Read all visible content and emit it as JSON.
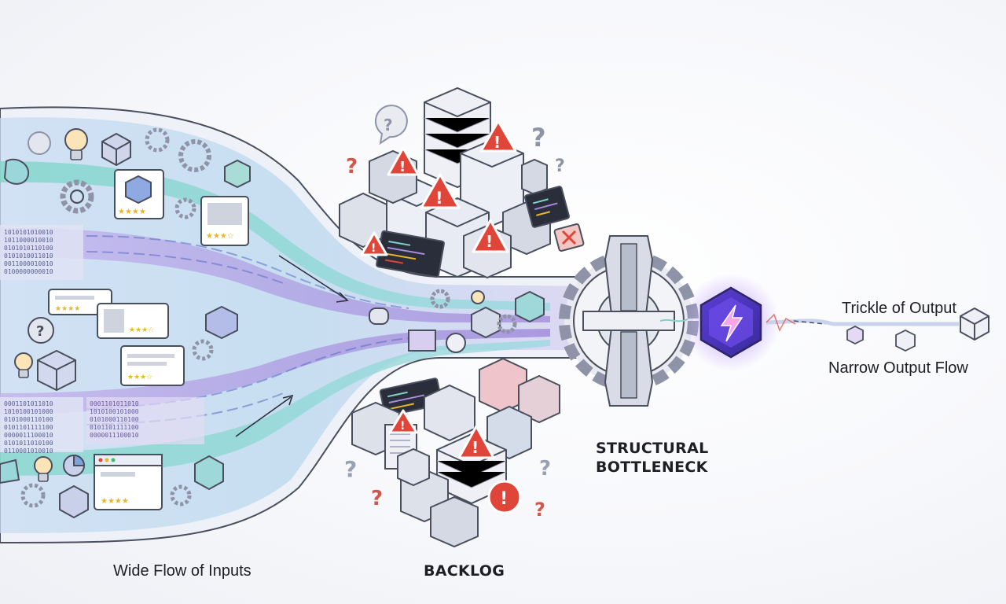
{
  "labels": {
    "wide_flow": "Wide Flow of Inputs",
    "backlog": "BACKLOG",
    "bottleneck_line1": "STRUCTURAL",
    "bottleneck_line2": "BOTTLENECK",
    "trickle": "Trickle of Output",
    "narrow_flow": "Narrow Output Flow"
  },
  "binary_text": [
    "1010101010010",
    "1011000010010",
    "0101010110100",
    "0101010011010",
    "0011000010010",
    "0100000000010",
    "0001101011010",
    "1010100101000",
    "0101000110100",
    "0101101111100",
    "0000011100010",
    "0101011010100",
    "0110001010010"
  ],
  "colors": {
    "stream_teal": "#7dd3c8",
    "stream_purple": "#a78bda",
    "stream_blue": "#9bbbe8",
    "warning_red": "#e0453a",
    "core_purple": "#7c3aed",
    "core_glow": "#c4a8ff",
    "outline": "#4a4f5e"
  },
  "icons": [
    "lightbulb-icon",
    "gear-icon",
    "cube-icon",
    "star-card-icon",
    "question-icon",
    "warning-icon",
    "box-icon",
    "code-window-icon",
    "lightning-core-icon"
  ]
}
